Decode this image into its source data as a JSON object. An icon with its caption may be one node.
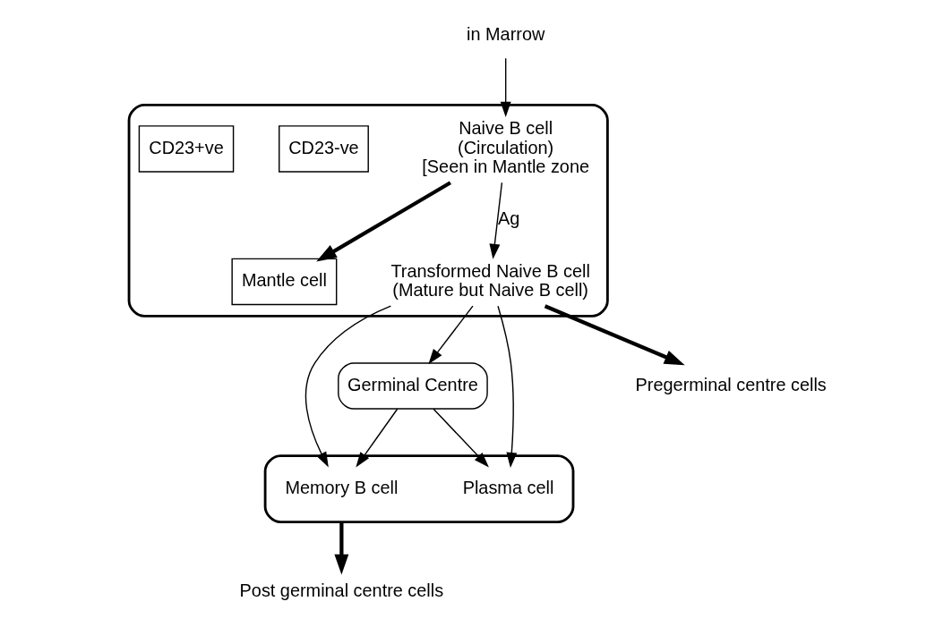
{
  "diagram": {
    "nodes": [
      {
        "text": [
          "in Marrow"
        ]
      },
      {
        "text": [],
        "shape": "cloud"
      },
      {
        "text": [
          "Naive B cell",
          "(Circulation)",
          "[Seen in Mantle zone"
        ],
        "in": 1
      },
      {
        "text": [
          "CD23-ve"
        ],
        "in": 1
      },
      {
        "text": [
          "Mantle cell"
        ],
        "in": 1
      },
      {
        "text": [
          "Transformed Naive B cell",
          "(Mature but Naive B cell)"
        ],
        "in": 1
      },
      {
        "text": [
          "CD23+ve"
        ],
        "in": 1
      },
      {
        "text": [],
        "shape": "cloud"
      },
      {
        "text": [
          "Memory B cell"
        ],
        "in": 7
      },
      {
        "text": [
          "Plasma cell"
        ],
        "in": 7
      },
      {
        "text": [
          "Post germinal centre cells"
        ]
      },
      {
        "text": [
          "Germinal Centre"
        ]
      },
      {
        "text": [
          "Pregerminal centre cells"
        ]
      }
    ],
    "edges": [
      {
        "from": 0,
        "to": 2,
        "arrow": "to"
      },
      {
        "from": 2,
        "to": 4,
        "arrow": "to",
        "style": "thick"
      },
      {
        "from": 2,
        "to": 5,
        "arrow": "to",
        "label": "Ag"
      },
      {
        "from": 5,
        "to": 8,
        "arrow": "to"
      },
      {
        "from": 5,
        "to": 9,
        "arrow": "to"
      },
      {
        "from": 5,
        "to": 11,
        "arrow": "to"
      },
      {
        "from": 5,
        "to": 12,
        "arrow": "to",
        "style": "thick"
      },
      {
        "from": 7,
        "to": 10,
        "arrow": "to",
        "style": "thick"
      },
      {
        "from": 11,
        "to": 8,
        "arrow": "to"
      },
      {
        "from": 11,
        "to": 9,
        "arrow": "to"
      }
    ]
  }
}
